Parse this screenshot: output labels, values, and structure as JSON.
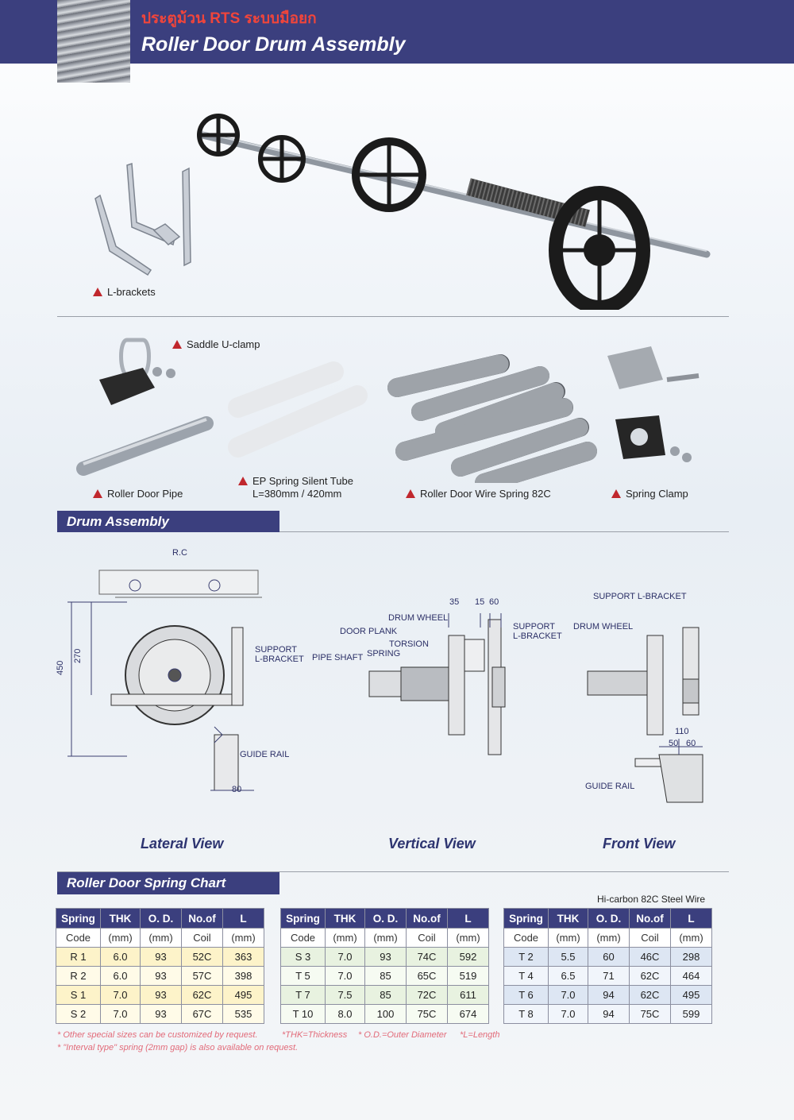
{
  "header": {
    "title_thai": "ประตูม้วน RTS ระบบมือยก",
    "title_en": "Roller Door Drum Assembly"
  },
  "products": {
    "l_brackets": "L-brackets",
    "saddle_clamp": "Saddle U-clamp",
    "pipe": "Roller Door Pipe",
    "silent_tube": "EP Spring Silent Tube",
    "silent_tube_size": "L=380mm / 420mm",
    "wire_spring": "Roller Door Wire Spring 82C",
    "spring_clamp": "Spring Clamp"
  },
  "drum_section": {
    "title": "Drum Assembly",
    "lateral": {
      "rc": "R.C",
      "dim_450": "450",
      "dim_270": "270",
      "support": "SUPPORT",
      "lbracket": "L-BRACKET",
      "guide_rail": "GUIDE RAIL",
      "dim_80": "80"
    },
    "vertical": {
      "dim_35": "35",
      "dim_15": "15",
      "dim_60": "60",
      "drum_wheel": "DRUM WHEEL",
      "door_plank": "DOOR PLANK",
      "torsion": "TORSION",
      "spring": "SPRING",
      "pipe_shaft": "PIPE SHAFT",
      "support": "SUPPORT",
      "lbracket": "L-BRACKET"
    },
    "front": {
      "support_lbracket": "SUPPORT  L-BRACKET",
      "drum_wheel": "DRUM  WHEEL",
      "dim_110": "110",
      "dim_50": "50",
      "dim_60": "60",
      "guide_rail": "GUIDE RAIL"
    },
    "views": {
      "lateral": "Lateral View",
      "vertical": "Vertical  View",
      "front": "Front  View"
    }
  },
  "chart_section": {
    "title": "Roller Door Spring Chart",
    "wire_note": "Hi-carbon 82C Steel Wire",
    "headers": [
      "Spring",
      "THK",
      "O. D.",
      "No.of",
      "L"
    ],
    "subheaders": [
      "Code",
      "(mm)",
      "(mm)",
      "Coil",
      "(mm)"
    ],
    "table1": [
      [
        "R 1",
        "6.0",
        "93",
        "52C",
        "363"
      ],
      [
        "R 2",
        "6.0",
        "93",
        "57C",
        "398"
      ],
      [
        "S 1",
        "7.0",
        "93",
        "62C",
        "495"
      ],
      [
        "S 2",
        "7.0",
        "93",
        "67C",
        "535"
      ]
    ],
    "table2": [
      [
        "S 3",
        "7.0",
        "93",
        "74C",
        "592"
      ],
      [
        "T 5",
        "7.0",
        "85",
        "65C",
        "519"
      ],
      [
        "T 7",
        "7.5",
        "85",
        "72C",
        "611"
      ],
      [
        "T 10",
        "8.0",
        "100",
        "75C",
        "674"
      ]
    ],
    "table3": [
      [
        "T 2",
        "5.5",
        "60",
        "46C",
        "298"
      ],
      [
        "T 4",
        "6.5",
        "71",
        "62C",
        "464"
      ],
      [
        "T 6",
        "7.0",
        "94",
        "62C",
        "495"
      ],
      [
        "T 8",
        "7.0",
        "94",
        "75C",
        "599"
      ]
    ],
    "notes": {
      "custom": "* Other special sizes can be customized by request.",
      "thk": "*THK=Thickness",
      "od": "* O.D.=Outer Diameter",
      "l": "*L=Length",
      "interval": "* \"Interval type\" spring (2mm gap) is also available on request."
    }
  }
}
